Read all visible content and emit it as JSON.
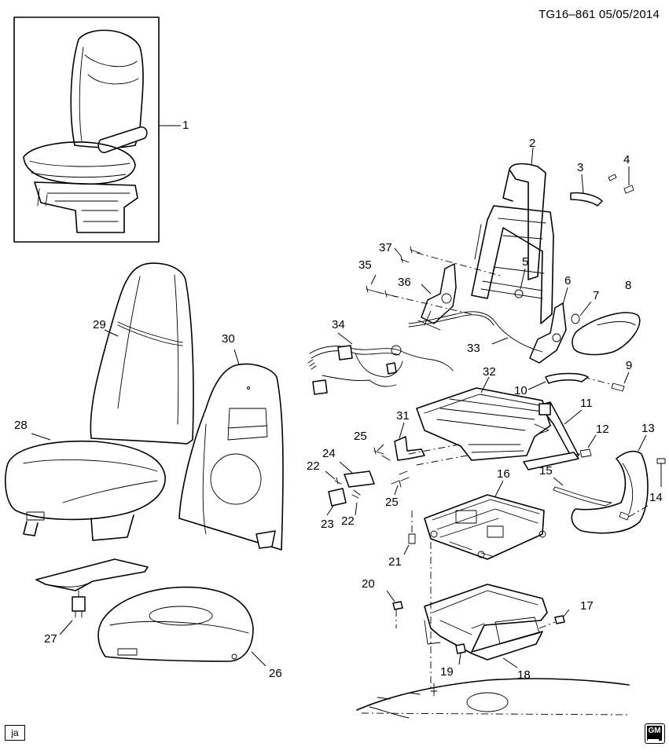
{
  "header": {
    "ref_code": "TG16–861  05/05/2014"
  },
  "footer": {
    "ja_tag": "ja",
    "logo_text": "GM"
  },
  "callouts": {
    "c1": "1",
    "c2": "2",
    "c3": "3",
    "c4": "4",
    "c5": "5",
    "c6": "6",
    "c7": "7",
    "c8": "8",
    "c9": "9",
    "c10": "10",
    "c11": "11",
    "c12": "12",
    "c13": "13",
    "c14": "14",
    "c15": "15",
    "c16": "16",
    "c17": "17",
    "c18": "18",
    "c19": "19",
    "c20": "20",
    "c21": "21",
    "c22a": "22",
    "c22b": "22",
    "c23": "23",
    "c24": "24",
    "c25a": "25",
    "c25b": "25",
    "c26": "26",
    "c27": "27",
    "c28": "28",
    "c29": "29",
    "c30": "30",
    "c31": "31",
    "c32": "32",
    "c33": "33",
    "c34": "34",
    "c35": "35",
    "c36": "36",
    "c37": "37"
  }
}
